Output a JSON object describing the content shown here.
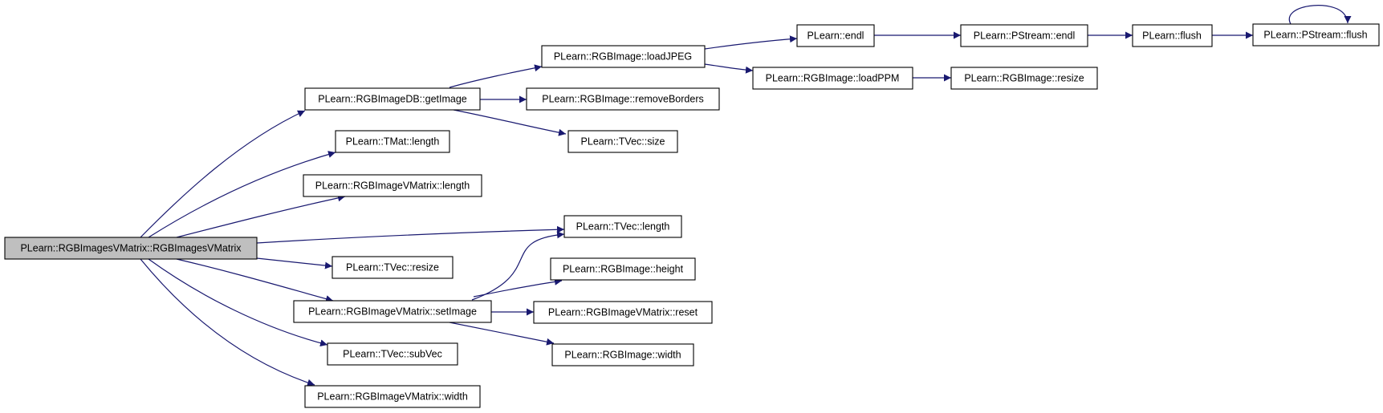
{
  "colors": {
    "edge": "#191970",
    "root_fill": "#bfbfbf",
    "node_fill": "#ffffff",
    "node_stroke": "#000000"
  },
  "nodes": {
    "root": "PLearn::RGBImagesVMatrix::RGBImagesVMatrix",
    "getImage": "PLearn::RGBImageDB::getImage",
    "tmat_length": "PLearn::TMat::length",
    "vm_length": "PLearn::RGBImageVMatrix::length",
    "tvec_resize": "PLearn::TVec::resize",
    "setImage": "PLearn::RGBImageVMatrix::setImage",
    "subVec": "PLearn::TVec::subVec",
    "vm_width": "PLearn::RGBImageVMatrix::width",
    "loadJPEG": "PLearn::RGBImage::loadJPEG",
    "removeBorders": "PLearn::RGBImage::removeBorders",
    "tvec_size": "PLearn::TVec::size",
    "tvec_length": "PLearn::TVec::length",
    "img_height": "PLearn::RGBImage::height",
    "vm_reset": "PLearn::RGBImageVMatrix::reset",
    "img_width": "PLearn::RGBImage::width",
    "endl": "PLearn::endl",
    "loadPPM": "PLearn::RGBImage::loadPPM",
    "pstream_endl": "PLearn::PStream::endl",
    "img_resize": "PLearn::RGBImage::resize",
    "flush": "PLearn::flush",
    "pstream_flush": "PLearn::PStream::flush"
  }
}
